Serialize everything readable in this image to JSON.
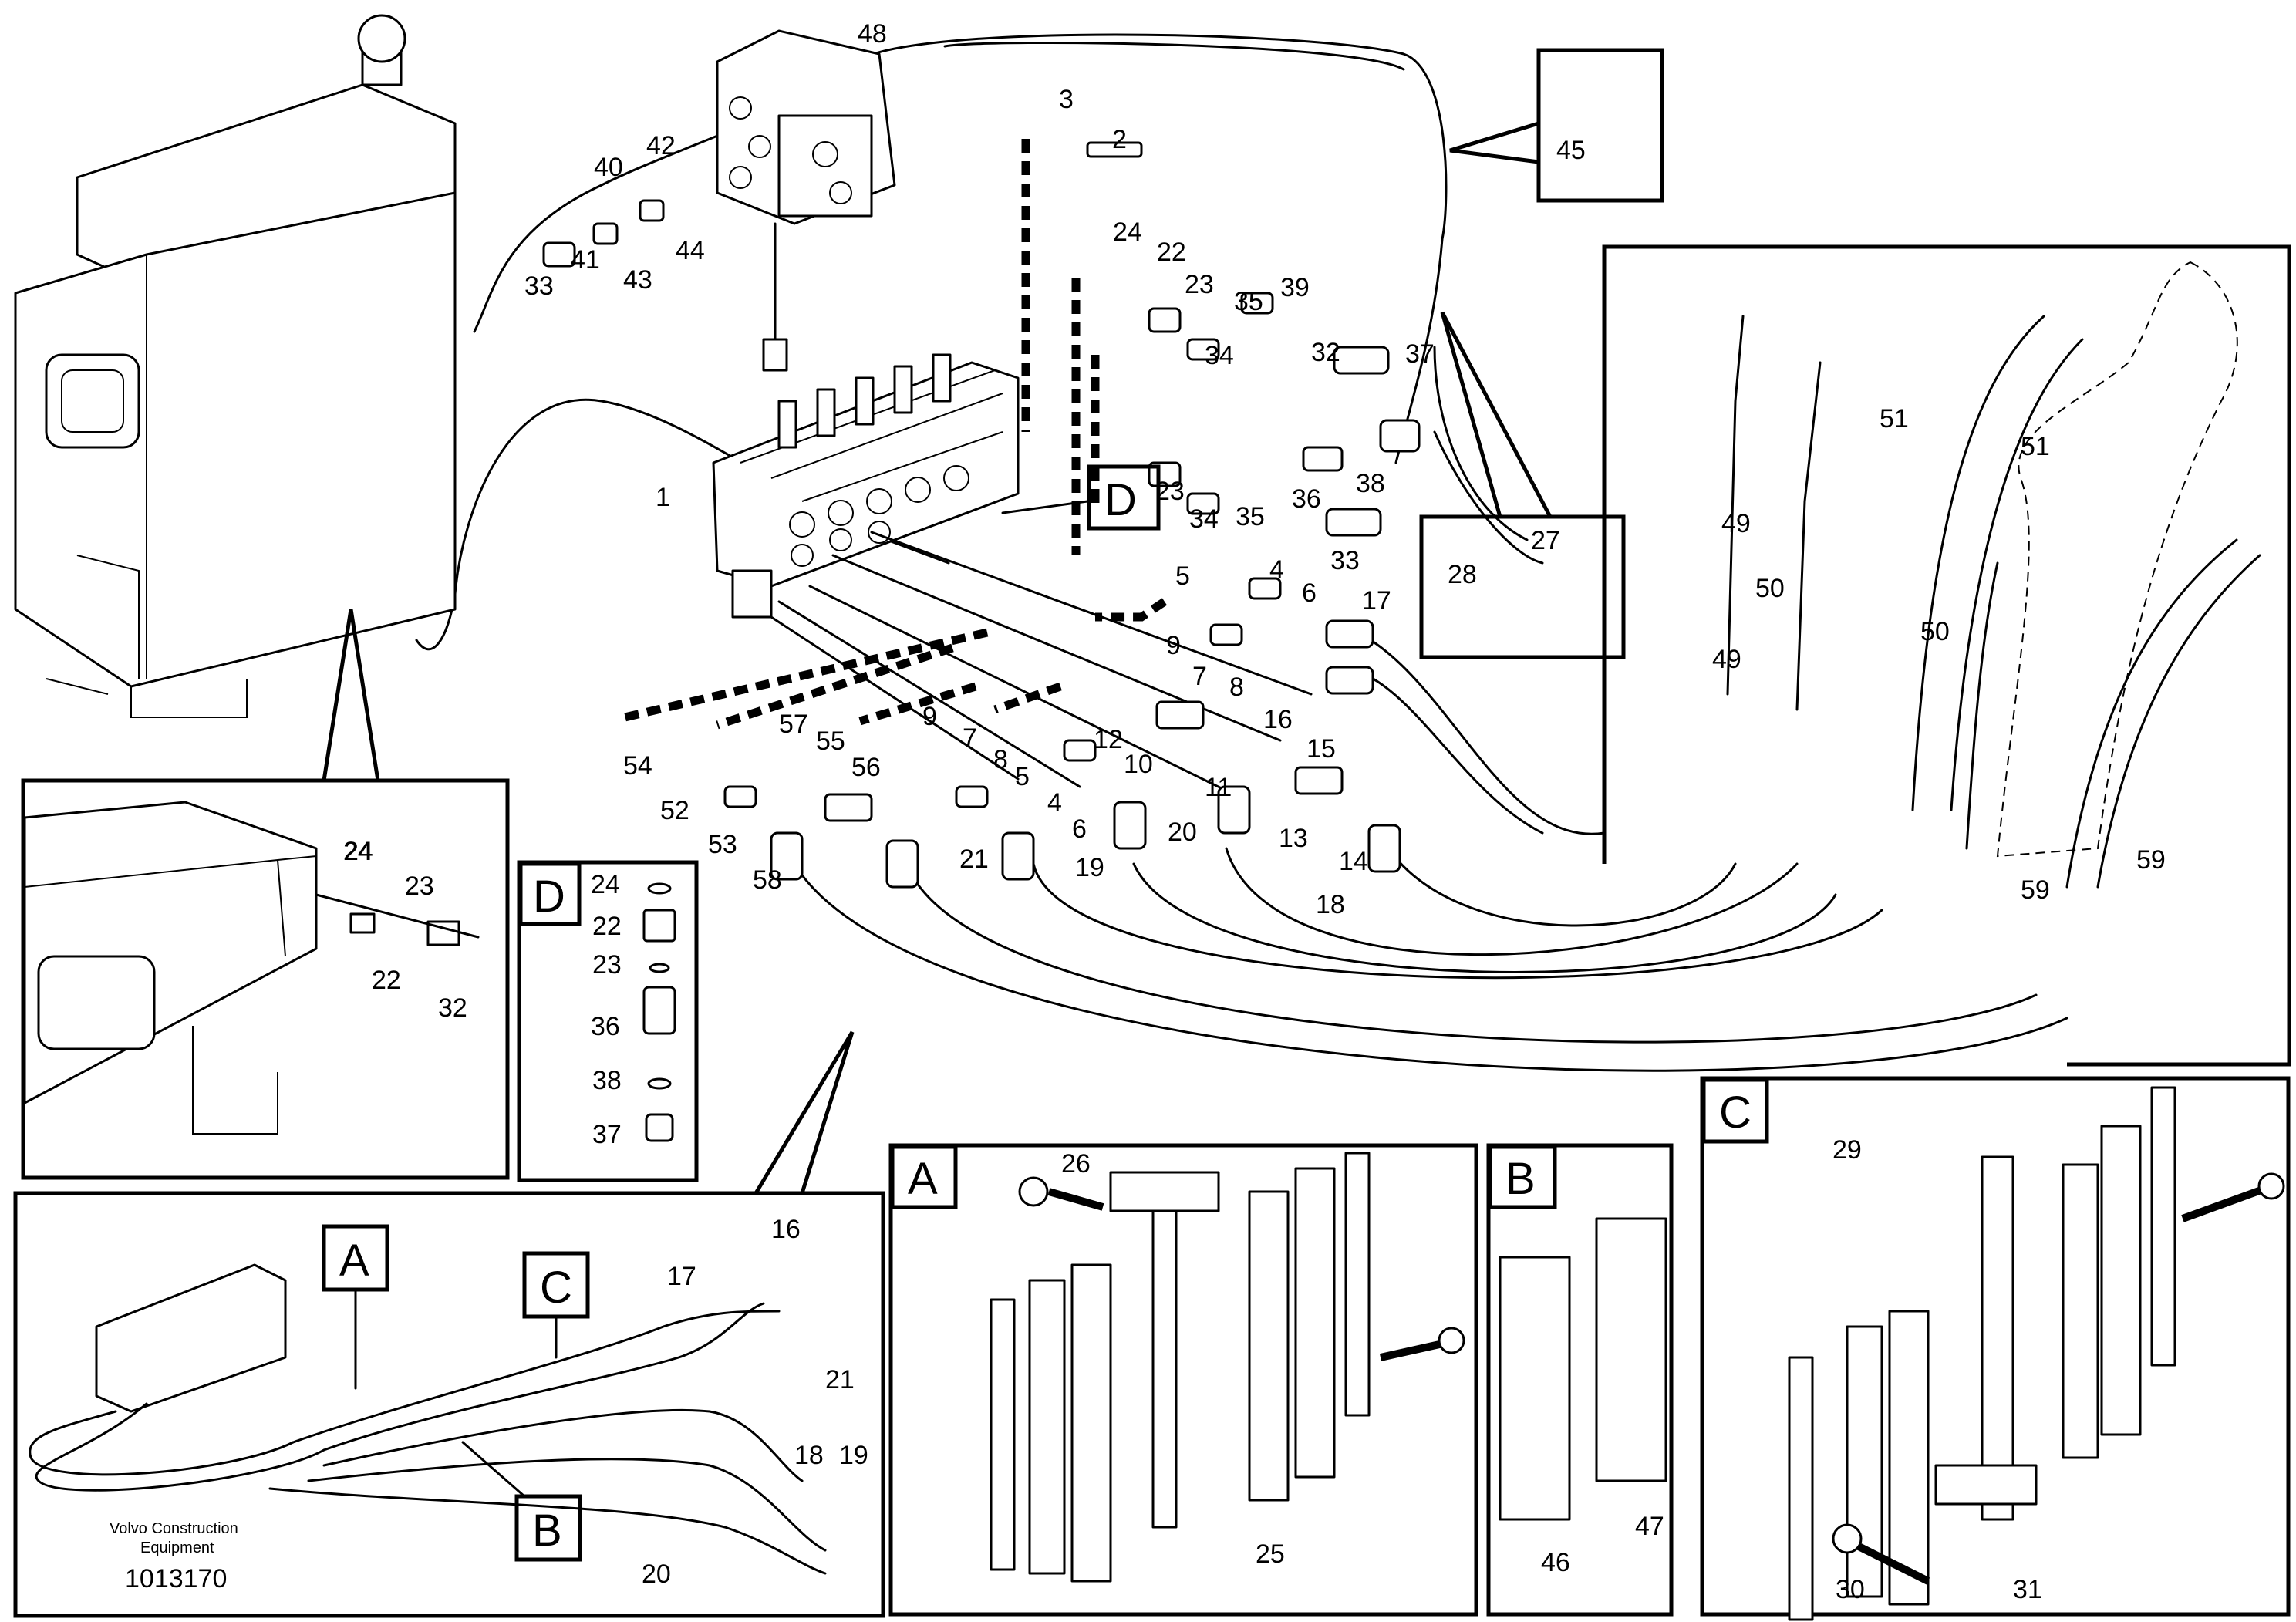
{
  "letters": {
    "a": "A",
    "b": "B",
    "c": "C",
    "d": "D"
  },
  "footer": {
    "publisher": "Volvo Construction",
    "subtitle": "Equipment",
    "drawing_number": "1013170"
  },
  "reference_labels": [
    "48",
    "3",
    "2",
    "42",
    "40",
    "43",
    "44",
    "41",
    "33",
    "24",
    "22",
    "23",
    "35",
    "39",
    "32",
    "34",
    "37",
    "38",
    "36",
    "45",
    "1",
    "D",
    "4",
    "5",
    "6",
    "9",
    "7",
    "8",
    "17",
    "16",
    "28",
    "27",
    "49",
    "50",
    "51",
    "59",
    "12",
    "10",
    "11",
    "15",
    "13",
    "14",
    "18",
    "19",
    "20",
    "21",
    "54",
    "52",
    "53",
    "57",
    "55",
    "56",
    "58",
    "26",
    "25",
    "46",
    "47",
    "29",
    "30",
    "31"
  ]
}
